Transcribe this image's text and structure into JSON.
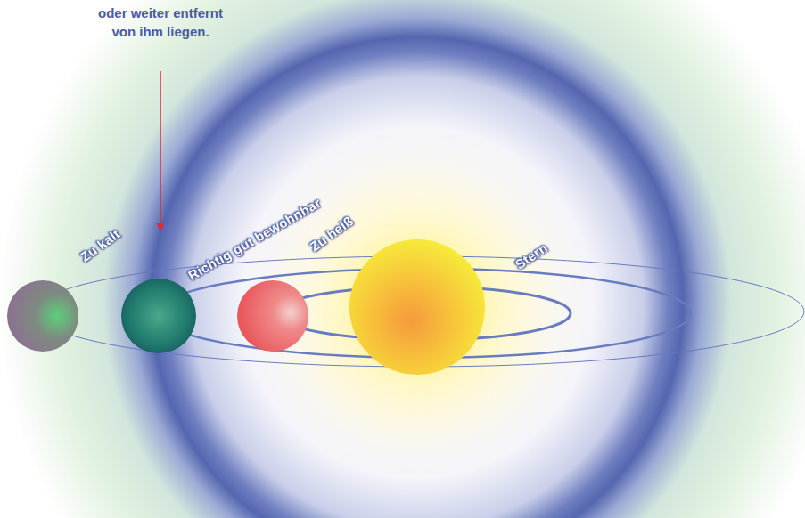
{
  "diagram": {
    "labels": [
      "oder weiter entfernt von ihm liegen.",
      "Zu kalt",
      "Richtig gut bewohnbar",
      "Zu heiß",
      "Stern"
    ]
  }
}
